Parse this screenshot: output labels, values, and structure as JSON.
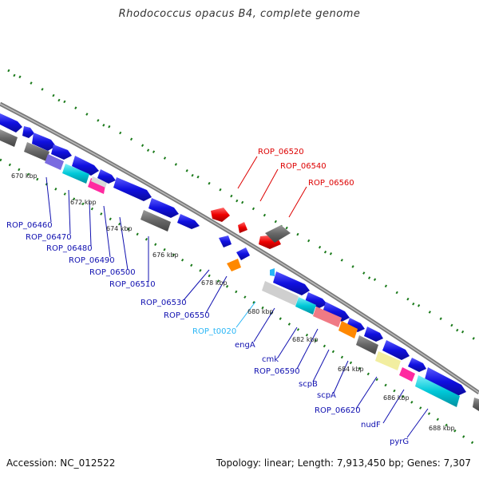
{
  "header": {
    "title": "Rhodococcus opacus B4, complete genome"
  },
  "footer": {
    "accession": "Accession: NC_012522",
    "summary": "Topology: linear; Length: 7,913,450 bp; Genes: 7,307"
  },
  "colors": {
    "backbone": "#888888",
    "forward_cds": "#1010e0",
    "reverse_cds": "#666666",
    "rna": "#00c8d8",
    "highlight": "#ff0000",
    "tick": "#1a7a1a"
  },
  "ruler_labels": [
    "670 kbp",
    "672 kbp",
    "674 kbp",
    "676 kbp",
    "678 kbp",
    "680 kbp",
    "682 kbp",
    "684 kbp",
    "686 kbp",
    "688 kbp"
  ],
  "genes_blue": [
    "ROP_06460",
    "ROP_06470",
    "ROP_06480",
    "ROP_06490",
    "ROP_06500",
    "ROP_06510",
    "ROP_06530",
    "ROP_06550"
  ],
  "gene_trna": "ROP_t0020",
  "genes_blue2": [
    "engA",
    "cmk",
    "ROP_06590",
    "scpB",
    "scpA",
    "ROP_06620",
    "nudF",
    "pyrG"
  ],
  "genes_red": [
    "ROP_06520",
    "ROP_06540",
    "ROP_06560"
  ]
}
